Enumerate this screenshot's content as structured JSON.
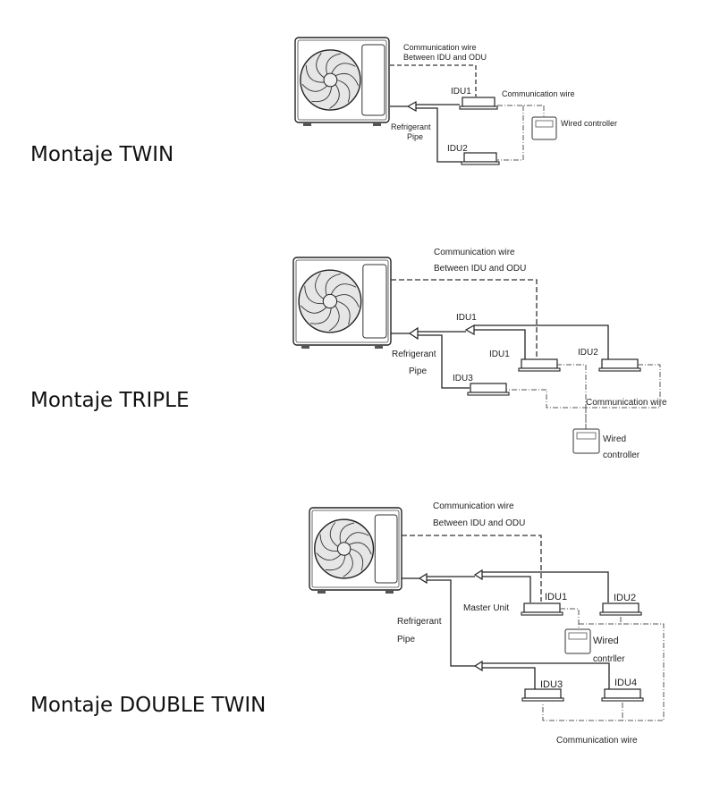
{
  "sections": [
    {
      "id": "twin",
      "label": "Montaje TWIN",
      "comm_wire_odu_line1": "Communication wire",
      "comm_wire_odu_line2": "Between IDU and ODU",
      "comm_wire": "Communication wire",
      "refrigerant_line1": "Refrigerant",
      "refrigerant_line2": "Pipe",
      "wired_controller": "Wired controller",
      "units": [
        "IDU1",
        "IDU2"
      ]
    },
    {
      "id": "triple",
      "label": "Montaje TRIPLE",
      "comm_wire_odu_line1": "Communication wire",
      "comm_wire_odu_line2": "Between IDU and ODU",
      "comm_wire": "Communication wire",
      "refrigerant_line1": "Refrigerant",
      "refrigerant_line2": "Pipe",
      "wired_controller_line1": "Wired",
      "wired_controller_line2": "controller",
      "branch_label": "IDU1",
      "units": [
        "IDU1",
        "IDU2",
        "IDU3"
      ]
    },
    {
      "id": "double-twin",
      "label": "Montaje DOUBLE TWIN",
      "comm_wire_odu_line1": "Communication wire",
      "comm_wire_odu_line2": "Between IDU and ODU",
      "comm_wire": "Communication wire",
      "refrigerant_line1": "Refrigerant",
      "refrigerant_line2": "Pipe",
      "wired_controller_line1": "Wired",
      "wired_controller_line2": "contrller",
      "master_unit": "Master Unit",
      "units": [
        "IDU1",
        "IDU2",
        "IDU3",
        "IDU4"
      ]
    }
  ],
  "icons": {
    "outdoor_unit": "outdoor-unit-icon",
    "indoor_unit": "indoor-unit-icon",
    "wired_controller": "wired-controller-icon",
    "branch_joint": "branch-joint-icon"
  }
}
